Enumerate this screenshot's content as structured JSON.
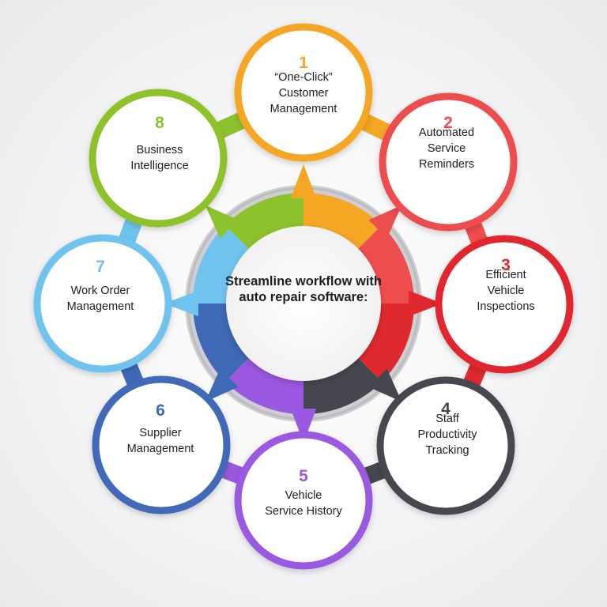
{
  "center": {
    "text": "Streamline workflow with auto repair software:"
  },
  "colors": {
    "n1": "#f5a623",
    "n2": "#ee4d4d",
    "n3": "#e0282f",
    "n4": "#46464f",
    "n5": "#9b58e0",
    "n6": "#3f69b7",
    "n7": "#6fc3ef",
    "n8": "#8cc22b"
  },
  "nodes": [
    {
      "number": "1",
      "label": "“One-Click”\nCustomer\nManagement",
      "color_key": "n1"
    },
    {
      "number": "2",
      "label": "Automated\nService\nReminders",
      "color_key": "n2"
    },
    {
      "number": "3",
      "label": "Efficient\nVehicle\nInspections",
      "color_key": "n3"
    },
    {
      "number": "4",
      "label": "Staff\nProductivity\nTracking",
      "color_key": "n4"
    },
    {
      "number": "5",
      "label": "Vehicle\nService History",
      "color_key": "n5"
    },
    {
      "number": "6",
      "label": "Supplier\nManagement",
      "color_key": "n6"
    },
    {
      "number": "7",
      "label": "Work Order\nManagement",
      "color_key": "n7"
    },
    {
      "number": "8",
      "label": "Business\nIntelligence",
      "color_key": "n8"
    }
  ]
}
